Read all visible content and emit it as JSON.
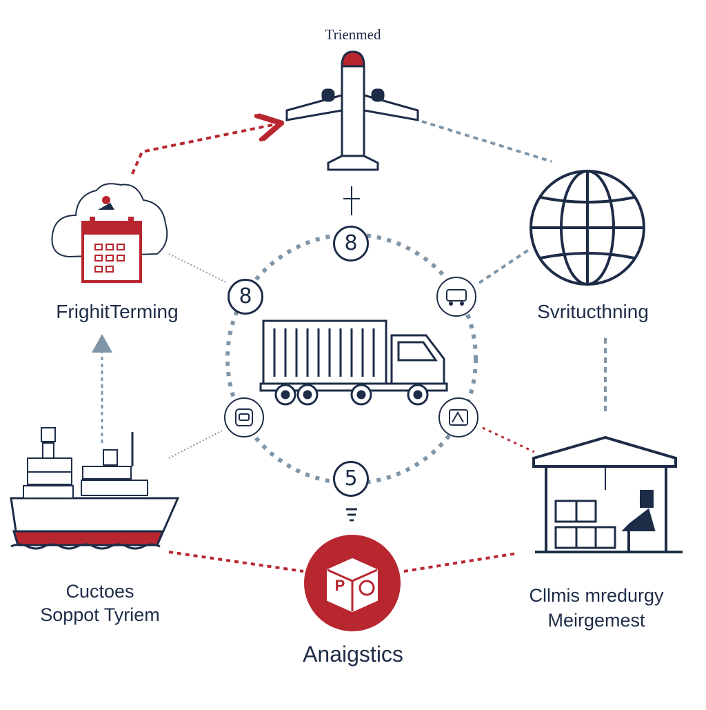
{
  "nodes": {
    "top": {
      "label": "Trienmed"
    },
    "freight": {
      "label": "FrighitTerming"
    },
    "switch": {
      "label": "Svritucthning"
    },
    "customs": {
      "label_line1": "Cuctoes",
      "label_line2": "Soppot Tyriem"
    },
    "climis": {
      "label_line1": "Cllmis mredurgy",
      "label_line2": "Meirgemest"
    },
    "analytics": {
      "label": "Anaigstics",
      "badge": "P"
    }
  },
  "steps": {
    "a": "8",
    "b": "8",
    "c": "5"
  },
  "colors": {
    "navy": "#1d2c47",
    "red": "#b8262f",
    "steel": "#7f95a8",
    "white": "#ffffff"
  },
  "icons": [
    "airplane-icon",
    "calendar-cloud-icon",
    "globe-icon",
    "truck-icon",
    "ship-icon",
    "warehouse-icon",
    "box-icon"
  ]
}
